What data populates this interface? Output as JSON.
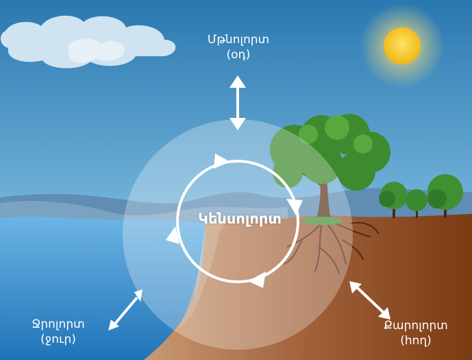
{
  "labels": {
    "atmosphere_name": "Մթնոլորտ",
    "atmosphere_sub": "(օդ)",
    "biosphere_name": "Կենսոլորտ",
    "hydrosphere_name": "Ջրոլորտ",
    "hydrosphere_sub": "(ջուր)",
    "lithosphere_name": "Քարոլորտ",
    "lithosphere_sub": "(հող)"
  },
  "colors": {
    "sky_top": "#2f7fb5",
    "sky_bottom": "#9fcde6",
    "water": "#3b95d6",
    "soil": "#8b4513",
    "sun": "#f7c81e",
    "foliage": "#3c8a2e",
    "arrow": "#ffffff"
  },
  "icons": [
    "sun-icon",
    "cloud-icon",
    "tree-icon",
    "cycle-arrows-icon",
    "double-arrow-icon"
  ]
}
